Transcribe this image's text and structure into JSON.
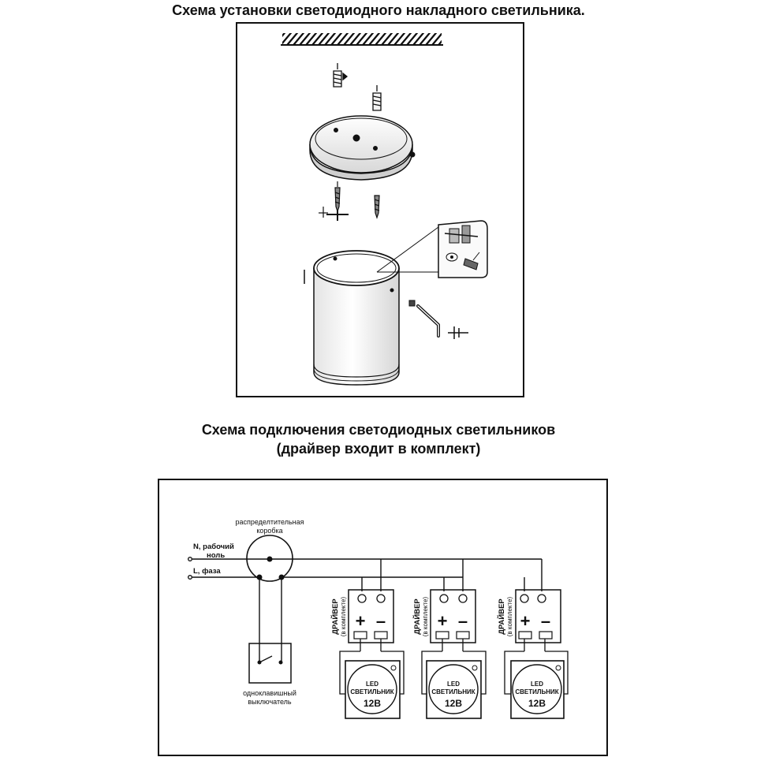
{
  "install": {
    "title": "Схема установки светодиодного накладного светильника."
  },
  "wiring": {
    "title_line1": "Схема подключения светодиодных светильников",
    "title_line2": "(драйвер входит в комплект)",
    "neutral_label_1": "N, рабочий",
    "neutral_label_2": "ноль",
    "phase_label": "L, фаза",
    "junction_box_1": "распределтительная",
    "junction_box_2": "коробка",
    "switch_1": "одноклавишный",
    "switch_2": "выключатель",
    "driver_label_1": "ДРАЙВЕР",
    "driver_label_2": "(в комплекте)",
    "plus": "+",
    "minus": "–",
    "led_1": "LED",
    "led_2": "СВЕТИЛЬНИК",
    "led_3": "12В"
  }
}
